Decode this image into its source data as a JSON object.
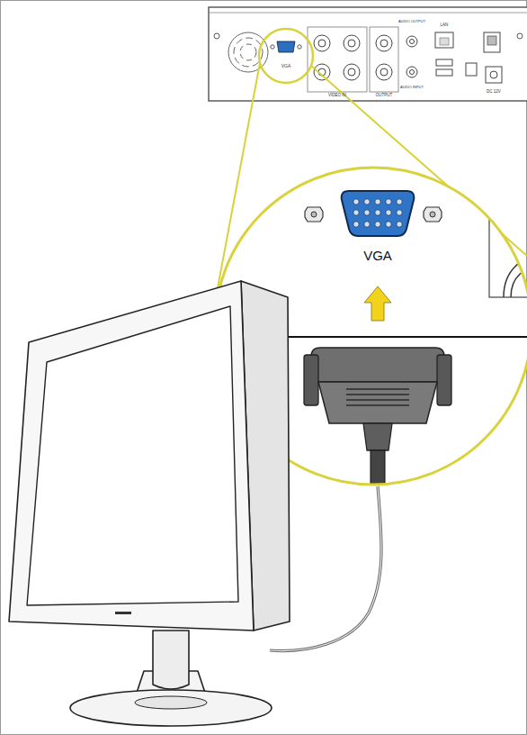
{
  "diagram": {
    "labels": [
      "VGA",
      "VGA",
      "VIDEO IN",
      "OUTPUT",
      "AUDIO OUTPUT",
      "AUDIO INPUT",
      "LAN",
      "DC 12V"
    ]
  }
}
